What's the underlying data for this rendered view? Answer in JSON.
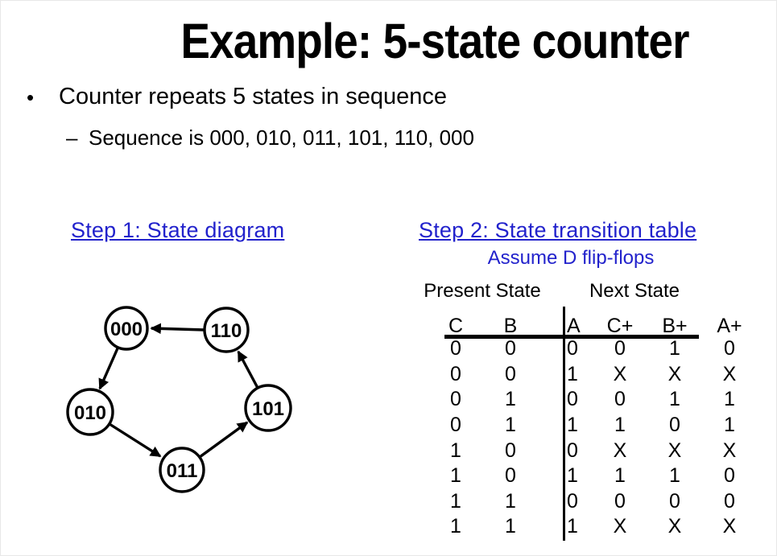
{
  "title": "Example: 5-state counter",
  "bullets": [
    {
      "marker": "•",
      "text": "Counter repeats 5 states in sequence",
      "sub": [
        {
          "marker": "–",
          "text": "Sequence is 000, 010, 011, 101, 110, 000"
        }
      ]
    }
  ],
  "colors": {
    "heading_blue": "#2222cc",
    "text_black": "#000000"
  },
  "step1": {
    "heading": "Step 1: State diagram",
    "diagram": {
      "nodes": [
        {
          "label": "000"
        },
        {
          "label": "110"
        },
        {
          "label": "010"
        },
        {
          "label": "101"
        },
        {
          "label": "011"
        }
      ],
      "edges": [
        [
          "000",
          "010"
        ],
        [
          "010",
          "011"
        ],
        [
          "011",
          "101"
        ],
        [
          "101",
          "110"
        ],
        [
          "110",
          "000"
        ]
      ]
    }
  },
  "step2": {
    "heading": "Step 2: State transition table",
    "subheading": "Assume D flip-flops",
    "table": {
      "group_headers": [
        "Present State",
        "Next State"
      ],
      "columns": [
        "C",
        "B",
        "A",
        "C+",
        "B+",
        "A+"
      ],
      "rows": [
        [
          "0",
          "0",
          "0",
          "0",
          "1",
          "0"
        ],
        [
          "0",
          "0",
          "1",
          "X",
          "X",
          "X"
        ],
        [
          "0",
          "1",
          "0",
          "0",
          "1",
          "1"
        ],
        [
          "0",
          "1",
          "1",
          "1",
          "0",
          "1"
        ],
        [
          "1",
          "0",
          "0",
          "X",
          "X",
          "X"
        ],
        [
          "1",
          "0",
          "1",
          "1",
          "1",
          "0"
        ],
        [
          "1",
          "1",
          "0",
          "0",
          "0",
          "0"
        ],
        [
          "1",
          "1",
          "1",
          "X",
          "X",
          "X"
        ]
      ]
    }
  }
}
